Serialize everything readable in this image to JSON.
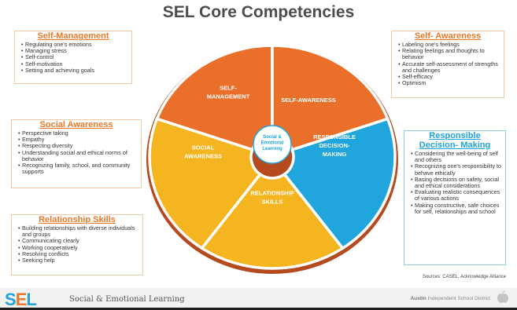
{
  "title": "SEL Core Competencies",
  "wheel": {
    "segments": [
      {
        "id": "self-management",
        "label_lines": [
          "SELF-",
          "MANAGEMENT"
        ],
        "color": "#e96f2a"
      },
      {
        "id": "self-awareness",
        "label_lines": [
          "SELF-AWARENESS"
        ],
        "color": "#e96f2a"
      },
      {
        "id": "responsible-decision-making",
        "label_lines": [
          "RESPONSIBLE",
          "DECISION-",
          "MAKING"
        ],
        "color": "#20a6dd"
      },
      {
        "id": "relationship-skills",
        "label_lines": [
          "RELATIONSHIP",
          "SKILLS"
        ],
        "color": "#f5b521"
      },
      {
        "id": "social-awareness",
        "label_lines": [
          "SOCIAL",
          "AWARENESS"
        ],
        "color": "#f5b521"
      }
    ],
    "center_lines": [
      "Social &",
      "Emotional",
      "Learning"
    ],
    "rim_color": "#b44a1d"
  },
  "boxes": {
    "self_management": {
      "title": "Self-Management",
      "items": [
        "Regulating one's emotions",
        "Managing stress",
        "Self-control",
        "Self-motivation",
        "Setting and achieving goals"
      ]
    },
    "self_awareness": {
      "title": "Self- Awareness",
      "items": [
        "Labeling one's feelings",
        "Relating feelings and thoughts to behavior",
        "Accurate self-assessment of strengths and challenges",
        "Self-efficacy",
        "Optimism"
      ]
    },
    "social_awareness": {
      "title": "Social Awareness",
      "items": [
        "Perspective taking",
        "Empathy",
        "Respecting diversity",
        "Understanding social and ethical norms of behavior",
        "Recognizing family, school, and community supports"
      ]
    },
    "responsible_decision_making": {
      "title_line1": "Responsible",
      "title_line2": "Decision- Making",
      "items": [
        "Considering the well-being of self and others",
        "Recognizing one's responsibility to behave ethically",
        "Basing decisions on safety, social and ethical considerations",
        "Evaluating realistic consequences of various actions",
        "Making constructive, safe choices for self, relationships and school"
      ]
    },
    "relationship_skills": {
      "title": "Relationship Skills",
      "items": [
        "Building relationships with diverse individuals and groups",
        "Communicating clearly",
        "Working cooperatively",
        "Resolving conflicts",
        "Seeking help"
      ]
    }
  },
  "sources": "Sources: CASEL, Acknowledge Alliance",
  "footer": {
    "logo_s": "S",
    "logo_e": "E",
    "logo_l": "L",
    "subtitle": "Social & Emotional Learning",
    "district_bold": "Austin",
    "district_rest": " Independent School District"
  }
}
